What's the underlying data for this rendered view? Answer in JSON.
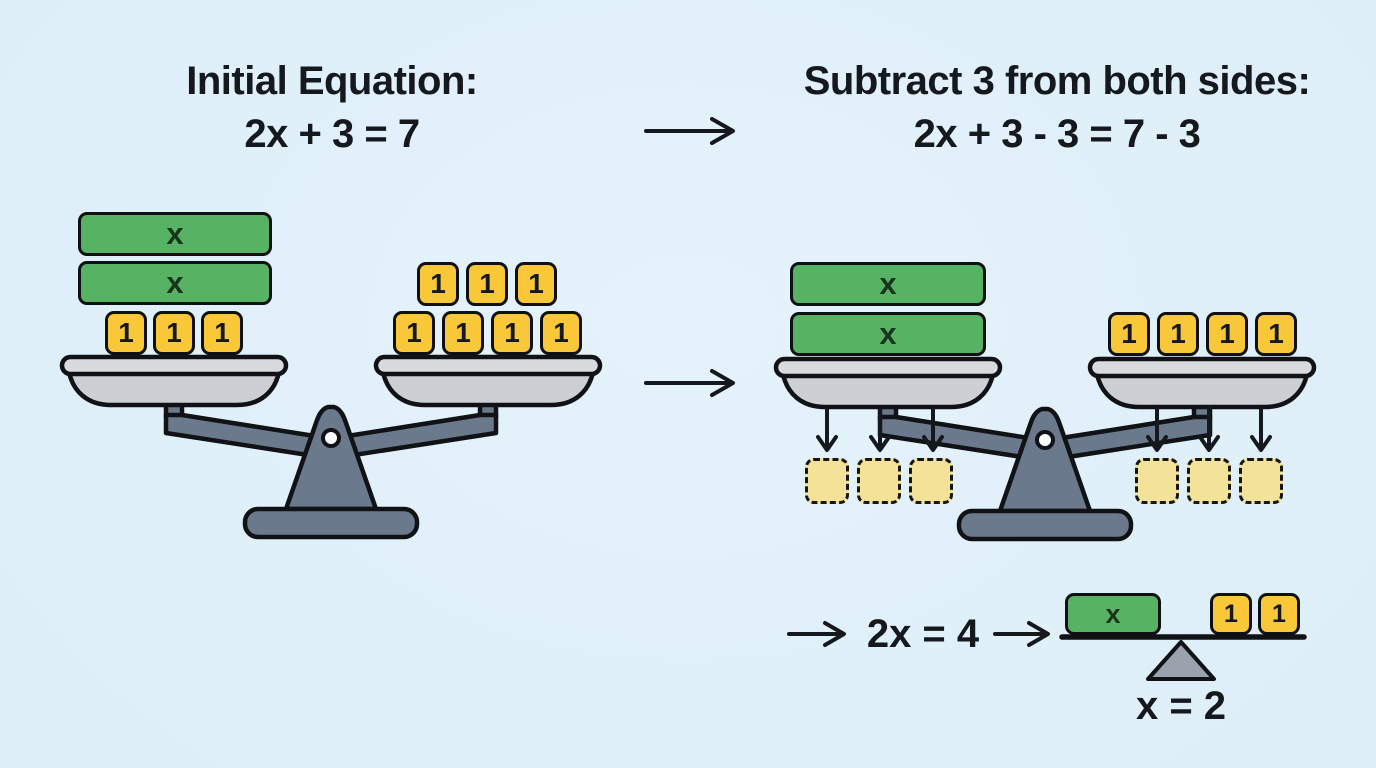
{
  "palette": {
    "background": "#ddeef8",
    "tile_green": "#57b264",
    "tile_yellow": "#f8c838",
    "ghost_yellow": "#f8de7e",
    "metal_slate": "#6a7a8c",
    "pan_gray": "#d8dbde",
    "outline": "#101215",
    "text": "#15181c"
  },
  "step1": {
    "title_line1": "Initial Equation:",
    "title_line2": "2x + 3 = 7",
    "scale": {
      "left_pan": {
        "bars": [
          "x",
          "x"
        ],
        "units": [
          "1",
          "1",
          "1"
        ]
      },
      "right_pan": {
        "units_top": [
          "1",
          "1",
          "1"
        ],
        "units_bottom": [
          "1",
          "1",
          "1",
          "1"
        ]
      }
    }
  },
  "step2": {
    "title_line1": "Subtract 3 from both sides:",
    "title_line2": "2x + 3 - 3 = 7 - 3",
    "scale": {
      "left_pan": {
        "bars": [
          "x",
          "x"
        ]
      },
      "right_pan": {
        "units": [
          "1",
          "1",
          "1",
          "1"
        ]
      },
      "removed_left_count": 3,
      "removed_right_count": 3
    }
  },
  "step3": {
    "equation": "2x = 4",
    "mini_scale": {
      "bar": "x",
      "units": [
        "1",
        "1"
      ]
    },
    "result": "x = 2"
  }
}
